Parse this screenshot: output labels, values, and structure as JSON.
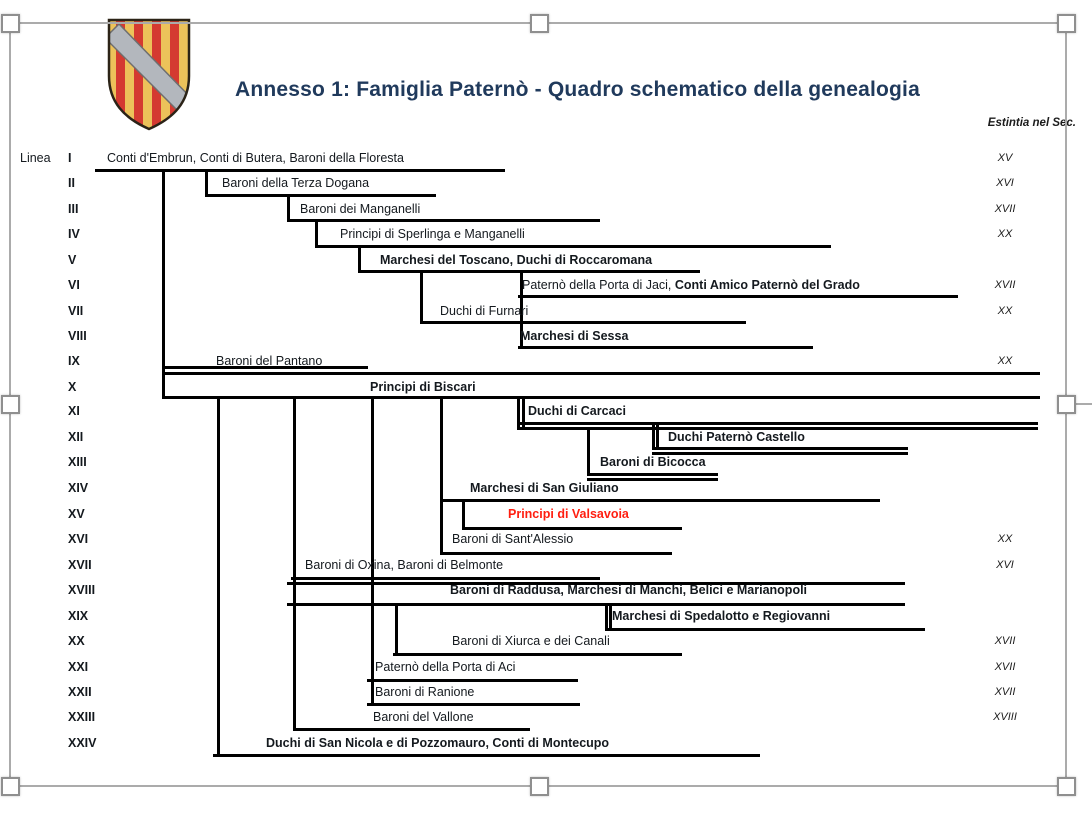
{
  "title": "Annesso 1: Famiglia Paternò - Quadro schematico della genealogia",
  "linea_label": "Linea",
  "ext_header": "Estintia nel Sec.",
  "colors": {
    "title": "#203A5C",
    "text": "#14191E",
    "highlight_red": "#FF1E10",
    "tree_line": "#000000",
    "selection": "#ABABAB",
    "shield_yellow": "#ECC25A",
    "shield_red": "#D43A31",
    "shield_bend": "#B3B7BD"
  },
  "shield_name": "paterno-coat-of-arms",
  "rows": [
    {
      "numeral": "I",
      "label": "Conti d'Embrun, Conti di Butera, Baroni della Floresta",
      "bold": false,
      "extinct": "XV"
    },
    {
      "numeral": "II",
      "label": "Baroni della Terza Dogana",
      "bold": false,
      "extinct": "XVI"
    },
    {
      "numeral": "III",
      "label": "Baroni dei Manganelli",
      "bold": false,
      "extinct": "XVII"
    },
    {
      "numeral": "IV",
      "label": "Principi di Sperlinga e Manganelli",
      "bold": false,
      "extinct": "XX"
    },
    {
      "numeral": "V",
      "label": "Marchesi del Toscano, Duchi di Roccaromana",
      "bold": true,
      "extinct": ""
    },
    {
      "numeral": "VI",
      "label": "Paternò della Porta di Jaci, ",
      "label_bold_suffix": "Conti Amico Paternò del Grado",
      "bold": false,
      "extinct": "XVII"
    },
    {
      "numeral": "VII",
      "label": "Duchi di Furnari",
      "bold": false,
      "extinct": "XX"
    },
    {
      "numeral": "VIII",
      "label": "Marchesi di Sessa",
      "bold": true,
      "extinct": ""
    },
    {
      "numeral": "IX",
      "label": "Baroni del Pantano",
      "bold": false,
      "extinct": "XX"
    },
    {
      "numeral": "X",
      "label": "Principi di Biscari",
      "bold": true,
      "extinct": ""
    },
    {
      "numeral": "XI",
      "label": "Duchi di Carcaci",
      "bold": true,
      "extinct": ""
    },
    {
      "numeral": "XII",
      "label": "Duchi Paternò Castello",
      "bold": true,
      "extinct": ""
    },
    {
      "numeral": "XIII",
      "label": "Baroni di Bicocca",
      "bold": true,
      "extinct": ""
    },
    {
      "numeral": "XIV",
      "label": "Marchesi di San Giuliano",
      "bold": true,
      "extinct": ""
    },
    {
      "numeral": "XV",
      "label": "Principi di Valsavoia",
      "bold": true,
      "red": true,
      "extinct": ""
    },
    {
      "numeral": "XVI",
      "label": "Baroni di Sant'Alessio",
      "bold": false,
      "extinct": "XX"
    },
    {
      "numeral": "XVII",
      "label": "Baroni di Oxina, Baroni di Belmonte",
      "bold": false,
      "extinct": "XVI"
    },
    {
      "numeral": "XVIII",
      "label": "Baroni di Raddusa, Marchesi di Manchi, Belici e Marianopoli",
      "bold": true,
      "extinct": ""
    },
    {
      "numeral": "XIX",
      "label": "Marchesi di Spedalotto e Regiovanni",
      "bold": true,
      "extinct": ""
    },
    {
      "numeral": "XX",
      "label": "Baroni di Xiurca e dei Canali",
      "bold": false,
      "extinct": "XVII"
    },
    {
      "numeral": "XXI",
      "label": "Paternò della Porta di Aci",
      "bold": false,
      "extinct": "XVII"
    },
    {
      "numeral": "XXII",
      "label": "Baroni di Ranione",
      "bold": false,
      "extinct": "XVII"
    },
    {
      "numeral": "XXIII",
      "label": "Baroni del Vallone",
      "bold": false,
      "extinct": "XVIII"
    },
    {
      "numeral": "XXIV",
      "label": "Duchi di San Nicola e di Pozzomauro, Conti di Montecupo",
      "bold": true,
      "extinct": ""
    }
  ]
}
